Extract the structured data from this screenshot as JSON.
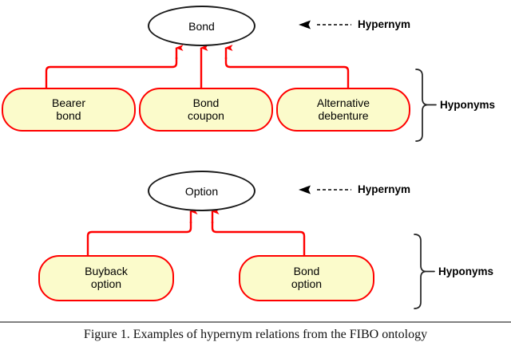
{
  "figure": {
    "caption": "Figure 1. Examples of hypernym relations from the FIBO ontology",
    "colors": {
      "box_fill": "#fbfbcb",
      "box_border": "#ff0000",
      "connector": "#ff0000",
      "ellipse_border": "#1a1a1a",
      "text": "#000000",
      "background": "#ffffff"
    }
  },
  "groups": [
    {
      "id": "bond-group",
      "hypernym": {
        "label": "Bond",
        "shape": "ellipse"
      },
      "legend": {
        "label": "Hypernym",
        "arrow_icon": "left-arrowhead-icon",
        "line_style": "dashed"
      },
      "brace": {
        "label": "Hyponyms",
        "icon": "right-curly-brace-icon"
      },
      "hyponyms": [
        {
          "id": "bearer-bond",
          "line1": "Bearer",
          "line2": "bond"
        },
        {
          "id": "bond-coupon",
          "line1": "Bond",
          "line2": "coupon"
        },
        {
          "id": "alternative-debenture",
          "line1": "Alternative",
          "line2": "debenture"
        }
      ]
    },
    {
      "id": "option-group",
      "hypernym": {
        "label": "Option",
        "shape": "ellipse"
      },
      "legend": {
        "label": "Hypernym",
        "arrow_icon": "left-arrowhead-icon",
        "line_style": "dashed"
      },
      "brace": {
        "label": "Hyponyms",
        "icon": "right-curly-brace-icon"
      },
      "hyponyms": [
        {
          "id": "buyback-option",
          "line1": "Buyback",
          "line2": "option"
        },
        {
          "id": "bond-option",
          "line1": "Bond",
          "line2": "option"
        }
      ]
    }
  ]
}
